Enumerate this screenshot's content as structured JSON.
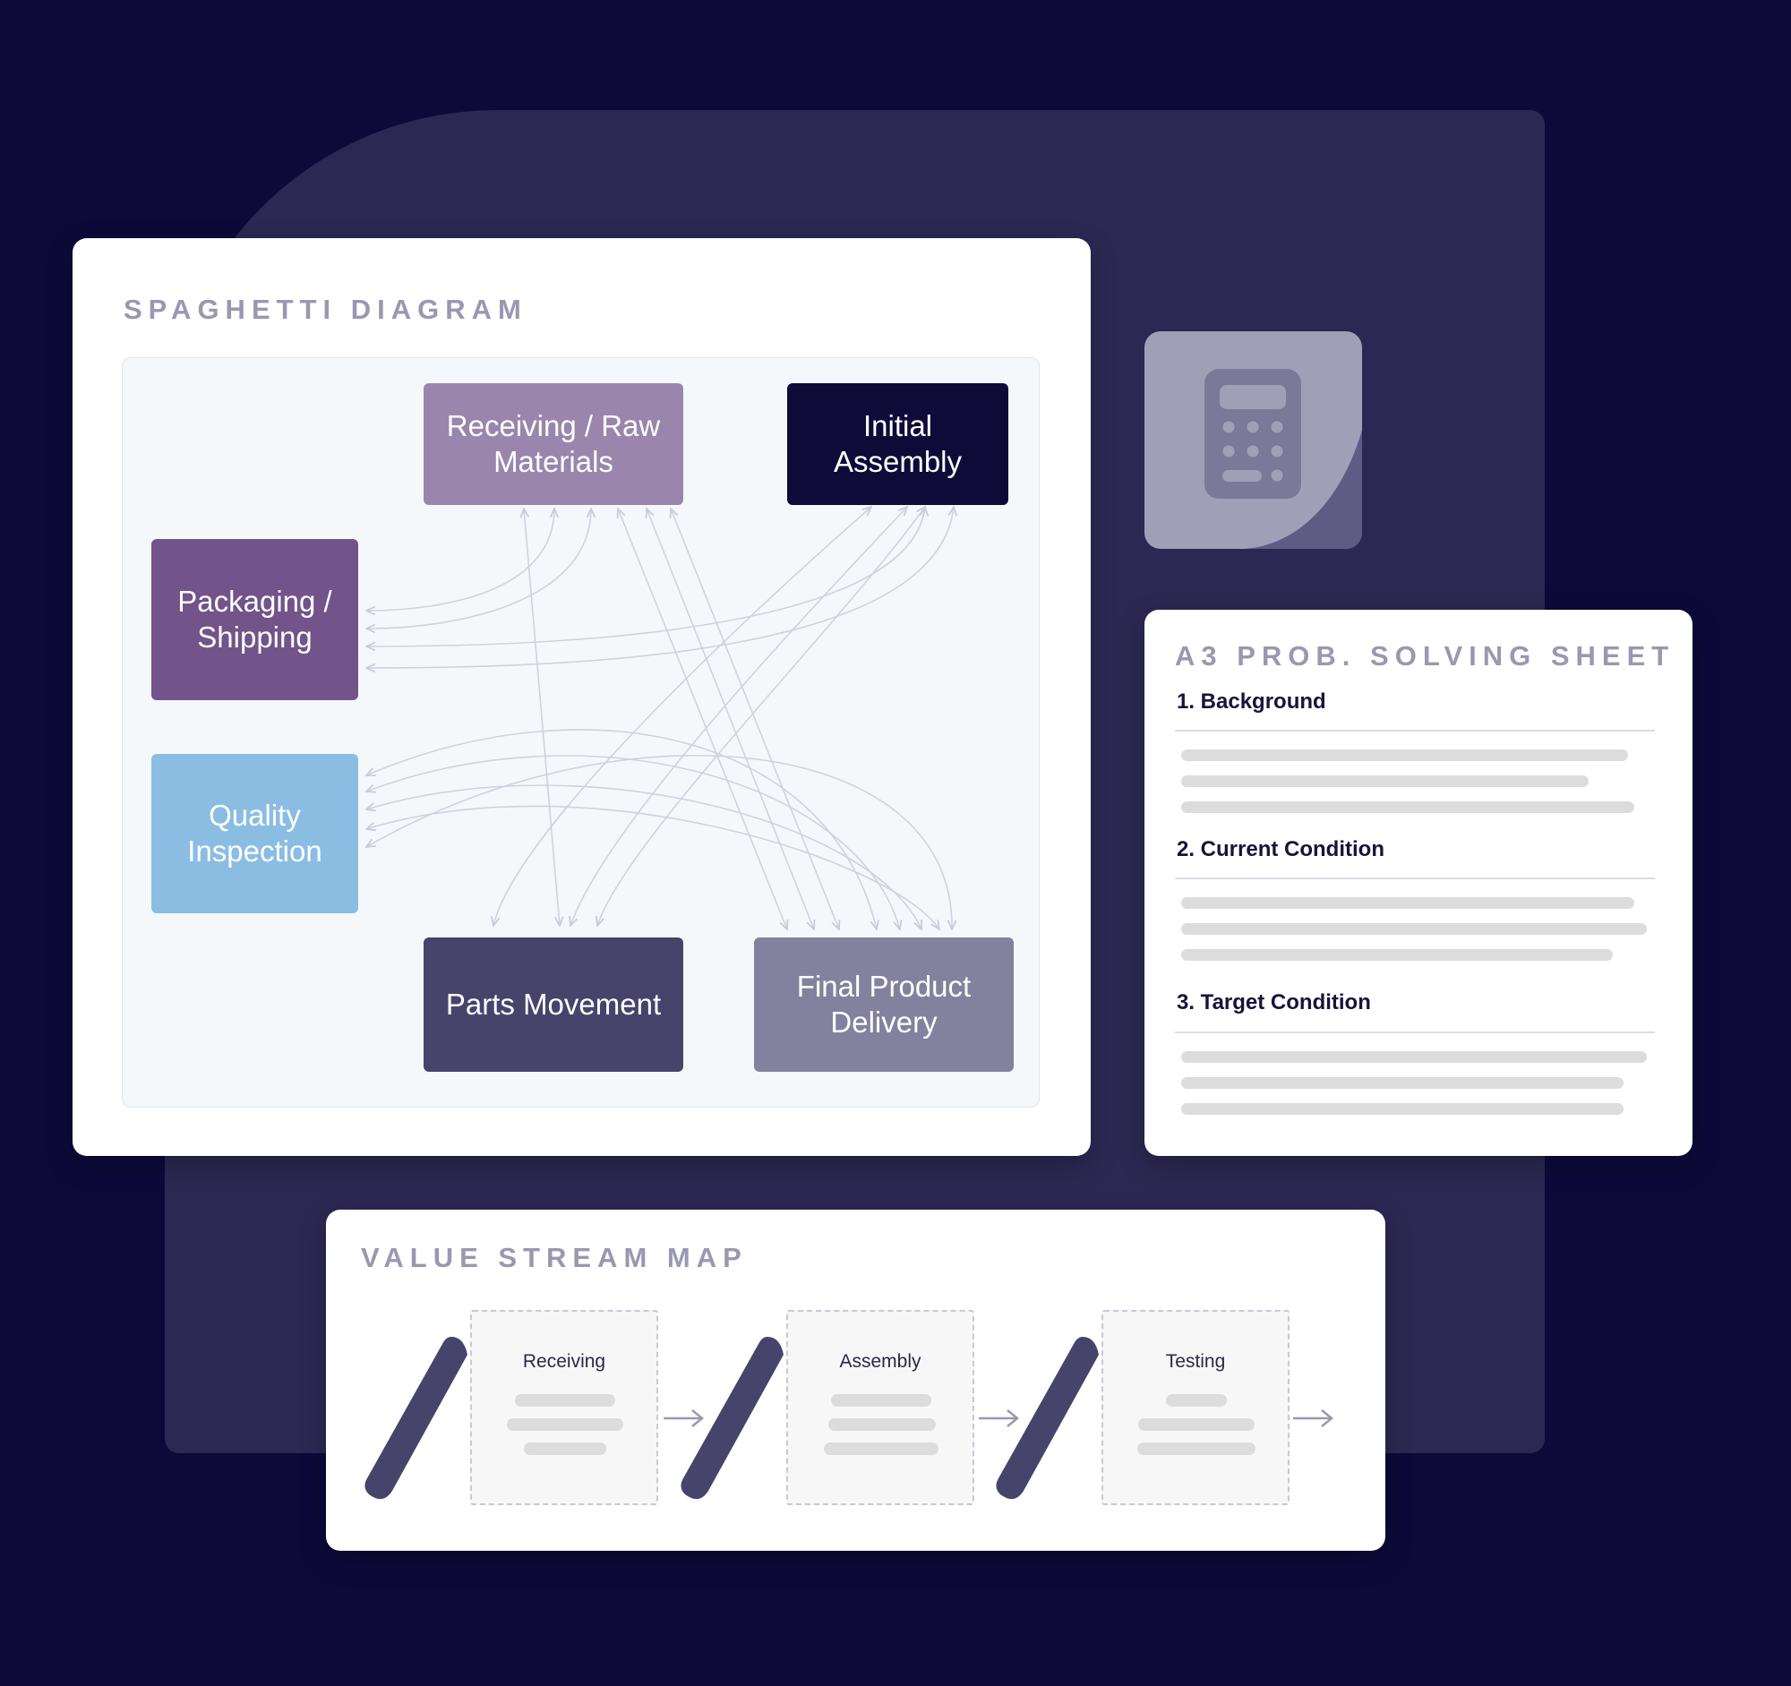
{
  "spaghetti": {
    "title": "SPAGHETTI DIAGRAM",
    "nodes": {
      "receiving": "Receiving / Raw Materials",
      "initial": "Initial Assembly",
      "packaging": "Packaging / Shipping",
      "quality": "Quality Inspection",
      "parts": "Parts Movement",
      "final": "Final Product Delivery"
    },
    "colors": {
      "receiving": "#9a86ac",
      "initial": "#0e0b38",
      "packaging": "#72538a",
      "quality": "#8bbde3",
      "parts": "#46446b",
      "final": "#82829e",
      "lines": "#cfd2dc"
    }
  },
  "calculator": {
    "icon": "calculator-icon"
  },
  "a3": {
    "title": "A3 PROB. SOLVING SHEET",
    "sections": [
      "1. Background",
      "2. Current Condition",
      "3. Target Condition"
    ]
  },
  "vsm": {
    "title": "VALUE STREAM MAP",
    "processes": [
      "Receiving",
      "Assembly",
      "Testing"
    ]
  }
}
